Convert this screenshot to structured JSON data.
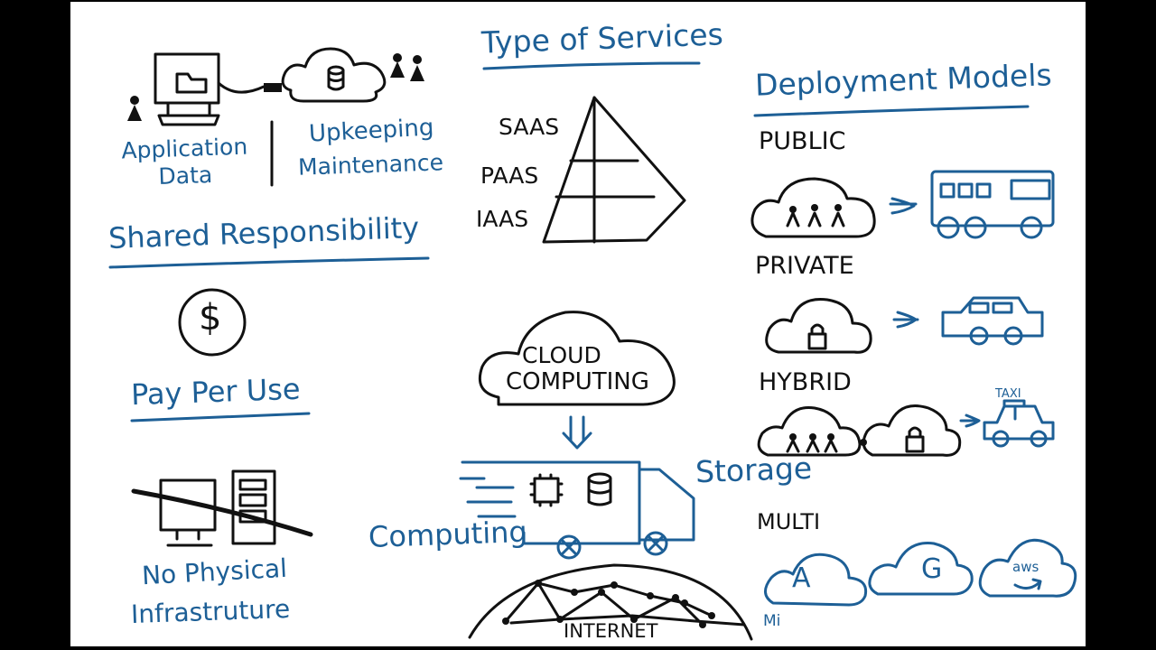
{
  "top_left": {
    "application_data": "Application\nData",
    "upkeeping": "Upkeeping",
    "maintenance": "Maintenance"
  },
  "shared_responsibility": "Shared Responsibility",
  "pay_per_use": "Pay Per Use",
  "dollar_symbol": "$",
  "no_physical_line1": "No Physical",
  "no_physical_line2": "Infrastruture",
  "type_of_services": {
    "title": "Type of Services",
    "tiers": [
      "SAAS",
      "PAAS",
      "IAAS"
    ]
  },
  "cloud_computing": {
    "line1": "CLOUD",
    "line2": "COMPUTING"
  },
  "truck_labels": {
    "storage": "Storage",
    "computing": "Computing"
  },
  "internet": "INTERNET",
  "deployment_models": {
    "title": "Deployment Models",
    "public": "PUBLIC",
    "private": "PRIVATE",
    "hybrid": "HYBRID",
    "taxi": "TAXI",
    "multi": "MULTI",
    "cloud_letters": [
      "A",
      "G",
      "aws"
    ],
    "partial_label": "Mi"
  },
  "colors": {
    "ink": "#111111",
    "accent": "#1d5f96",
    "board": "#ffffff",
    "frame": "#000000"
  }
}
